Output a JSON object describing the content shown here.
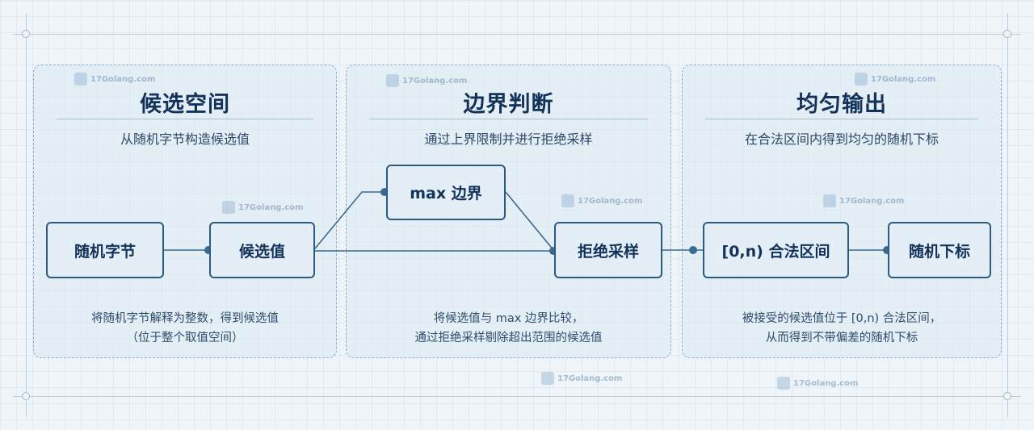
{
  "panels": [
    {
      "title": "候选空间",
      "subtitle": "从随机字节构造候选值",
      "note_lines": [
        "将随机字节解释为整数，得到候选值",
        "（位于整个取值空间）"
      ]
    },
    {
      "title": "边界判断",
      "subtitle": "通过上界限制并进行拒绝采样",
      "note_lines": [
        "将候选值与 max 边界比较，",
        "通过拒绝采样剔除超出范围的候选值"
      ]
    },
    {
      "title": "均匀输出",
      "subtitle": "在合法区间内得到均匀的随机下标",
      "note_lines": [
        "被接受的候选值位于 [0,n) 合法区间，",
        "从而得到不带偏差的随机下标"
      ]
    }
  ],
  "nodes": {
    "random_bytes": "随机字节",
    "candidate": "候选值",
    "max_bound": "max 边界",
    "rejection_sampling": "拒绝采样",
    "valid_range": "[0,n) 合法区间",
    "random_index": "随机下标"
  },
  "watermark": "17Golang.com",
  "colors": {
    "background": "#eef4f8",
    "panel_border": "#8fb0cc",
    "node_border": "#2c5a80",
    "title": "#13325a",
    "connector": "#3a6a90"
  }
}
